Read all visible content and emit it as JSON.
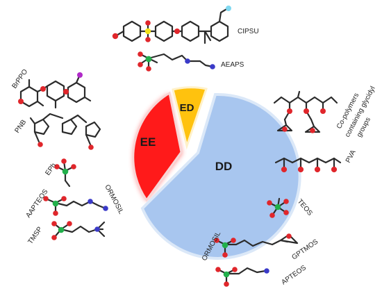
{
  "segments": [
    {
      "key": "ee",
      "label": "EE",
      "fill": "#ff1a1a"
    },
    {
      "key": "ed",
      "label": "ED",
      "fill": "#ffc20e"
    },
    {
      "key": "dd",
      "label": "DD",
      "fill": "#a8c6ef"
    }
  ],
  "labels": {
    "cipsu": "CIPSU",
    "aeaps": "AEAPS",
    "brppo": "BrPPO",
    "pnb": "PNB",
    "eph": "EPh",
    "aapteos": "AAPTEOS",
    "tmsp": "TMSP",
    "ormosil_left": "ORMOSIL",
    "copolymer_1": "Co-polymers",
    "copolymer_2": "containing glycidyl",
    "copolymer_3": "groups",
    "pva": "PVA",
    "teos": "TEOS",
    "gptmos": "GPTMOS",
    "apteos": "APTEOS",
    "ormosil_right": "ORMOSIL"
  },
  "colors": {
    "oxygen": "#e0262b",
    "silicon": "#22b04b",
    "nitrogen": "#3a3ac8",
    "sulfur": "#f2e21a",
    "bromine": "#b02ac8",
    "fluorine": "#7fd8f0",
    "bond": "#2b2b2b"
  }
}
